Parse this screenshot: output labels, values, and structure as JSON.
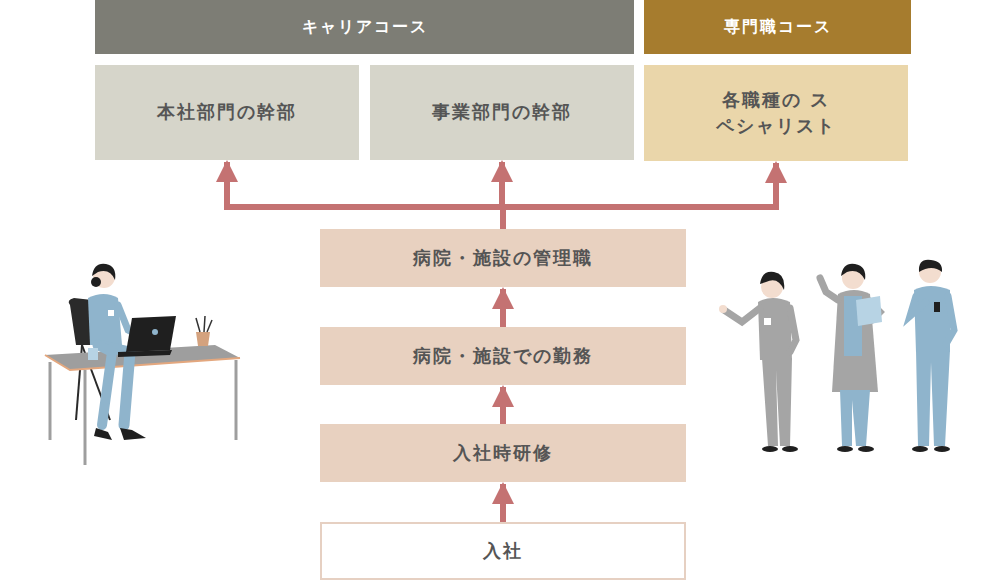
{
  "diagram": {
    "nodes": [
      {
        "text": [
          "キャリアコース"
        ]
      },
      {
        "text": [
          "専門職コース"
        ]
      },
      {
        "text": [
          "本社部門の幹部"
        ]
      },
      {
        "text": [
          "事業部門の幹部"
        ]
      },
      {
        "text": [
          "各職種の スペシャリスト"
        ]
      },
      {
        "text": [
          "病院・施設の管理職"
        ]
      },
      {
        "text": [
          "病院・施設での勤務"
        ]
      },
      {
        "text": [
          "入社時研修"
        ]
      },
      {
        "text": [
          "入社"
        ]
      }
    ],
    "edges": [
      {
        "from": 8,
        "to": 7,
        "arrow": "to"
      },
      {
        "from": 7,
        "to": 6,
        "arrow": "to"
      },
      {
        "from": 6,
        "to": 5,
        "arrow": "to"
      },
      {
        "from": 5,
        "to": 2,
        "arrow": "to"
      },
      {
        "from": 5,
        "to": 3,
        "arrow": "to"
      },
      {
        "from": 5,
        "to": 4,
        "arrow": "to"
      }
    ]
  }
}
